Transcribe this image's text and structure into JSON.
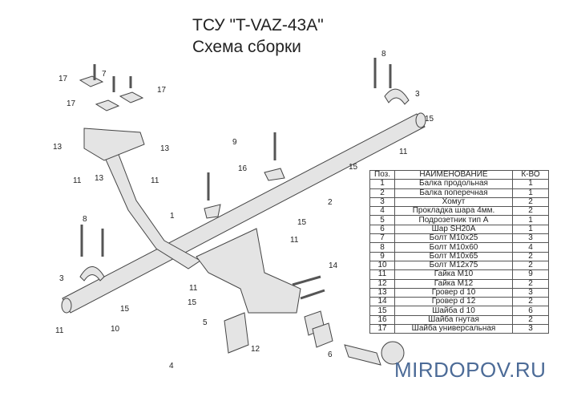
{
  "title": "ТСУ \"T-VAZ-43A\"",
  "subtitle": "Схема сборки",
  "watermark": "MIRDOPOV.RU",
  "table": {
    "headers": [
      "Поз.",
      "НАИМЕНОВАНИЕ",
      "К-ВО"
    ],
    "rows": [
      [
        "1",
        "Балка продольная",
        "1"
      ],
      [
        "2",
        "Балка поперечная",
        "1"
      ],
      [
        "3",
        "Хомут",
        "2"
      ],
      [
        "4",
        "Прокладка шара 4мм.",
        "2"
      ],
      [
        "5",
        "Подрозетник тип А",
        "1"
      ],
      [
        "6",
        "Шар SH20A",
        "1"
      ],
      [
        "7",
        "Болт М10х25",
        "3"
      ],
      [
        "8",
        "Болт М10х60",
        "4"
      ],
      [
        "9",
        "Болт М10х65",
        "2"
      ],
      [
        "10",
        "Болт М12х75",
        "2"
      ],
      [
        "11",
        "Гайка М10",
        "9"
      ],
      [
        "12",
        "Гайка М12",
        "2"
      ],
      [
        "13",
        "Гровер d 10",
        "3"
      ],
      [
        "14",
        "Гровер d 12",
        "2"
      ],
      [
        "15",
        "Шайба d 10",
        "6"
      ],
      [
        "16",
        "Шайба гнутая",
        "2"
      ],
      [
        "17",
        "Шайба универсальная",
        "3"
      ]
    ]
  },
  "callouts": [
    {
      "n": "17"
    },
    {
      "n": "7"
    },
    {
      "n": "17"
    },
    {
      "n": "17"
    },
    {
      "n": "8"
    },
    {
      "n": "3"
    },
    {
      "n": "15"
    },
    {
      "n": "11"
    },
    {
      "n": "15"
    },
    {
      "n": "9"
    },
    {
      "n": "16"
    },
    {
      "n": "2"
    },
    {
      "n": "13"
    },
    {
      "n": "13"
    },
    {
      "n": "11"
    },
    {
      "n": "13"
    },
    {
      "n": "11"
    },
    {
      "n": "1"
    },
    {
      "n": "8"
    },
    {
      "n": "15"
    },
    {
      "n": "11"
    },
    {
      "n": "3"
    },
    {
      "n": "15"
    },
    {
      "n": "11"
    },
    {
      "n": "15"
    },
    {
      "n": "11"
    },
    {
      "n": "10"
    },
    {
      "n": "14"
    },
    {
      "n": "5"
    },
    {
      "n": "12"
    },
    {
      "n": "4"
    },
    {
      "n": "6"
    }
  ]
}
